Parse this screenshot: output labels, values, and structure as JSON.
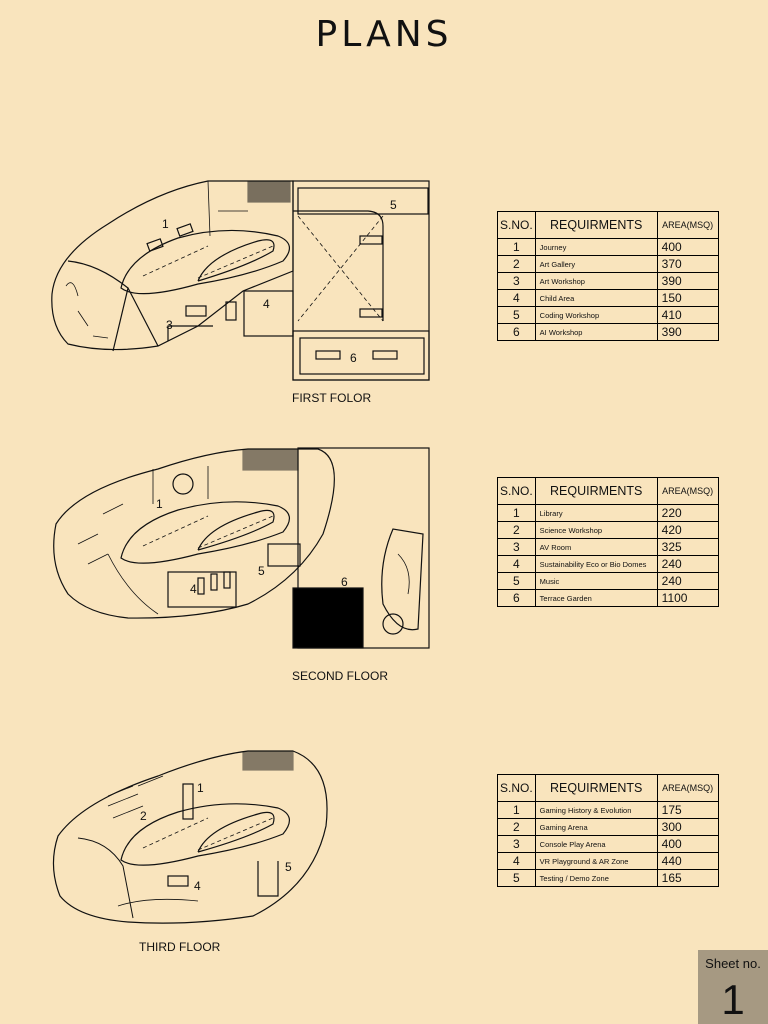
{
  "title": "PLANS",
  "floors": [
    {
      "label": "FIRST FOLOR",
      "room_numbers": [
        "1",
        "3",
        "4",
        "5",
        "6"
      ],
      "table": {
        "headers": [
          "S.NO.",
          "REQUIRMENTS",
          "AREA(MSQ)"
        ],
        "rows": [
          {
            "sno": "1",
            "name": "Journey",
            "area": "400"
          },
          {
            "sno": "2",
            "name": "Art Gallery",
            "area": "370"
          },
          {
            "sno": "3",
            "name": "Art Workshop",
            "area": "390"
          },
          {
            "sno": "4",
            "name": "Child Area",
            "area": "150"
          },
          {
            "sno": "5",
            "name": "Coding Workshop",
            "area": "410"
          },
          {
            "sno": "6",
            "name": "AI Workshop",
            "area": "390"
          }
        ]
      }
    },
    {
      "label": "SECOND FLOOR",
      "room_numbers": [
        "1",
        "4",
        "5",
        "6"
      ],
      "table": {
        "headers": [
          "S.NO.",
          "REQUIRMENTS",
          "AREA(MSQ)"
        ],
        "rows": [
          {
            "sno": "1",
            "name": "Library",
            "area": "220"
          },
          {
            "sno": "2",
            "name": "Science Workshop",
            "area": "420"
          },
          {
            "sno": "3",
            "name": "AV Room",
            "area": "325"
          },
          {
            "sno": "4",
            "name": "Sustainability Eco or Bio Domes",
            "area": "240"
          },
          {
            "sno": "5",
            "name": "Music",
            "area": "240"
          },
          {
            "sno": "6",
            "name": "Terrace Garden",
            "area": "1100"
          }
        ]
      }
    },
    {
      "label": "THIRD FLOOR",
      "room_numbers": [
        "1",
        "2",
        "4",
        "5"
      ],
      "table": {
        "headers": [
          "S.NO.",
          "REQUIRMENTS",
          "AREA(MSQ)"
        ],
        "rows": [
          {
            "sno": "1",
            "name": "Gaming History & Evolution",
            "area": "175"
          },
          {
            "sno": "2",
            "name": "Gaming Arena",
            "area": "300"
          },
          {
            "sno": "3",
            "name": "Console Play Arena",
            "area": "400"
          },
          {
            "sno": "4",
            "name": "VR Playground & AR Zone",
            "area": "440"
          },
          {
            "sno": "5",
            "name": "Testing / Demo Zone",
            "area": "165"
          }
        ]
      }
    }
  ],
  "sheet": {
    "label": "Sheet no.",
    "number": "1"
  }
}
